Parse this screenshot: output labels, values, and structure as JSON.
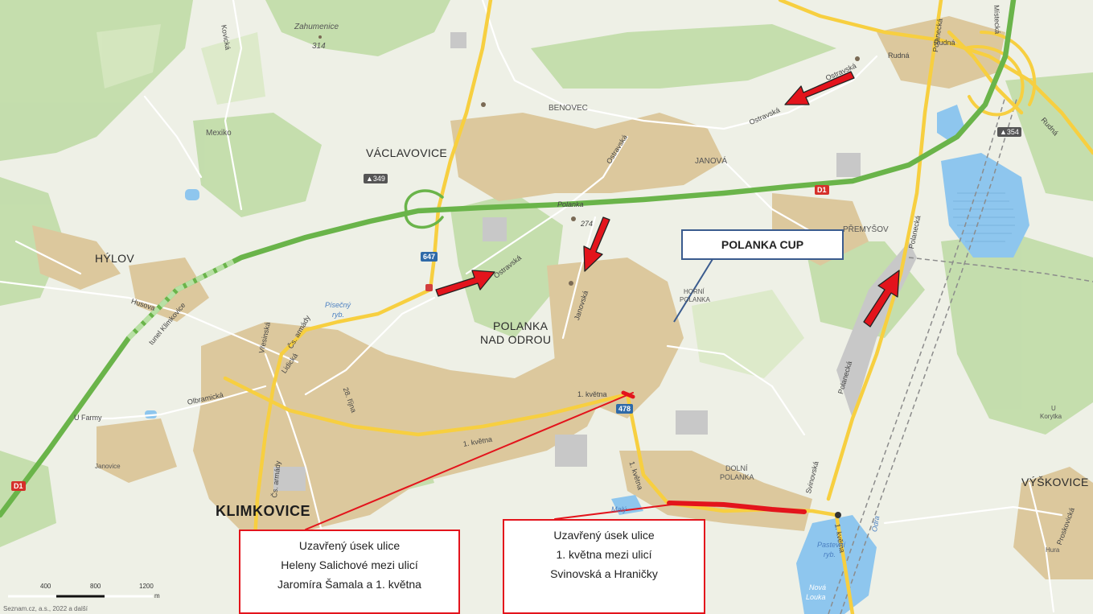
{
  "places": {
    "zahumenice": "Zahumenice",
    "zahumenice_elev": "314",
    "mexiko": "Mexiko",
    "benovec": "BENOVEC",
    "vaclavovice": "VÁCLAVOVICE",
    "janova": "JANOVÁ",
    "hylov": "HÝLOV",
    "premysov": "PŘEMYŠOV",
    "horni_polanka_1": "HORNÍ",
    "horni_polanka_2": "POLANKA",
    "polanka_nad_odrou_1": "POLANKA",
    "polanka_nad_odrou_2": "NAD ODROU",
    "klimkovice": "KLIMKOVICE",
    "dolni_polanka_1": "DOLNÍ",
    "dolni_polanka_2": "POLANKA",
    "vyskovice": "VÝŠKOVICE",
    "korytka": "Korytka",
    "korytka_u": "U",
    "janovice": "Janovice",
    "hura": "Hura",
    "polanka_village": "Polanka",
    "polanka_elev": "274"
  },
  "streets": {
    "rudna_1": "Rudná",
    "rudna_2": "Rudná",
    "rudna_3": "Rudná",
    "mitrovska": "Místecká",
    "polanecka_top": "Polanecká",
    "ostravska_1": "Ostravská",
    "ostravska_2": "Ostravská",
    "ostravska_3": "Ostravská",
    "polanecka_mid": "Polanecká",
    "polanecka_low": "Polanecká",
    "janovska": "Janovská",
    "husova": "Husova",
    "tunel": "tunel Klimkovice",
    "vresinska": "Vřesinská",
    "cs_armady_1": "Čs. armády",
    "cs_armady_2": "Čs. armády",
    "lidicka": "Lidická",
    "olbramicka": "Olbramická",
    "u_farmy": "U Farmy",
    "rijna": "28. října",
    "kvetna_1": "1. května",
    "kvetna_2": "1. května",
    "kvetna_3": "1. května",
    "kvetna_4": "1. května",
    "svinovska": "Svinovská",
    "proskovicka": "Proskovická",
    "zahumenice_road": "Kovická"
  },
  "water": {
    "pisecny_1": "Písečný",
    "pisecny_2": "ryb.",
    "maly": "Malý",
    "pastevni_1": "Pastevní",
    "pastevni_2": "ryb.",
    "nova_1": "Nová",
    "nova_2": "Louka",
    "odra": "Odra"
  },
  "shields": {
    "d1_right": "D1",
    "d1_left": "D1",
    "r647": "647",
    "r478": "478",
    "elev_349": "349",
    "elev_354": "354"
  },
  "callouts": {
    "polanka_cup": "POLANKA CUP",
    "closure_left": [
      "Uzavřený úsek ulice",
      "Heleny Salichové mezi ulicí",
      "Jaromíra Šamala a 1. května"
    ],
    "closure_right": [
      "Uzavřený úsek ulice",
      "1. května mezi ulicí",
      "Svinovská a Hraničky"
    ]
  },
  "scale": {
    "labels": [
      "400",
      "800",
      "1200"
    ],
    "unit": "m"
  },
  "copyright": "Seznam.cz, a.s., 2022 a další",
  "colors": {
    "closure_red": "#e3141c",
    "arrow_red": "#e3141c",
    "callout_blue": "#3a5b8e",
    "highway_green": "#6ab44a",
    "main_road_yellow": "#f7cf40",
    "town_tan": "#dbc79a",
    "forest_green": "#bfdca6",
    "water_blue": "#8ec6ee"
  }
}
